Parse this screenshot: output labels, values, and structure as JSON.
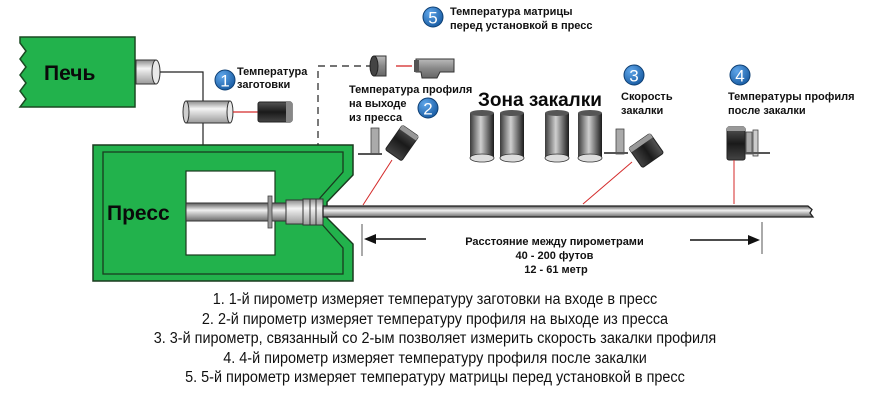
{
  "furnace": {
    "label": "Печь"
  },
  "press": {
    "label": "Пресс"
  },
  "quench_zone": {
    "label": "Зона закалки"
  },
  "pyrometers": [
    {
      "number": "1",
      "label_lines": [
        "Температура",
        "заготовки"
      ]
    },
    {
      "number": "2",
      "label_lines": [
        "Температура профиля",
        "на выходе",
        "из пресса"
      ]
    },
    {
      "number": "3",
      "label_lines": [
        "Скорость",
        "закалки"
      ]
    },
    {
      "number": "4",
      "label_lines": [
        "Температуры профиля",
        "после закалки"
      ]
    },
    {
      "number": "5",
      "label_lines": [
        "Температура матрицы",
        "перед установкой в пресс"
      ]
    }
  ],
  "distance": {
    "title": "Расстояние между пирометрами",
    "feet": "40 - 200 футов",
    "meters": "12 - 61 метр"
  },
  "notes": [
    "1. 1-й пирометр измеряет температуру заготовки на входе в пресс",
    "2. 2-й пирометр измеряет температуру профиля на выходе из пресса",
    "3. 3-й пирометр, связанный со 2-ым позволяет измерить скорость закалки профиля",
    "4. 4-й пирометр измеряет температуру профиля после закалки",
    "5. 5-й пирометр измеряет температуру матрицы перед установкой в пресс"
  ],
  "colors": {
    "green": "#22b24c",
    "badge_blue": "#1f6fc0",
    "laser_red": "#d42a2a"
  }
}
